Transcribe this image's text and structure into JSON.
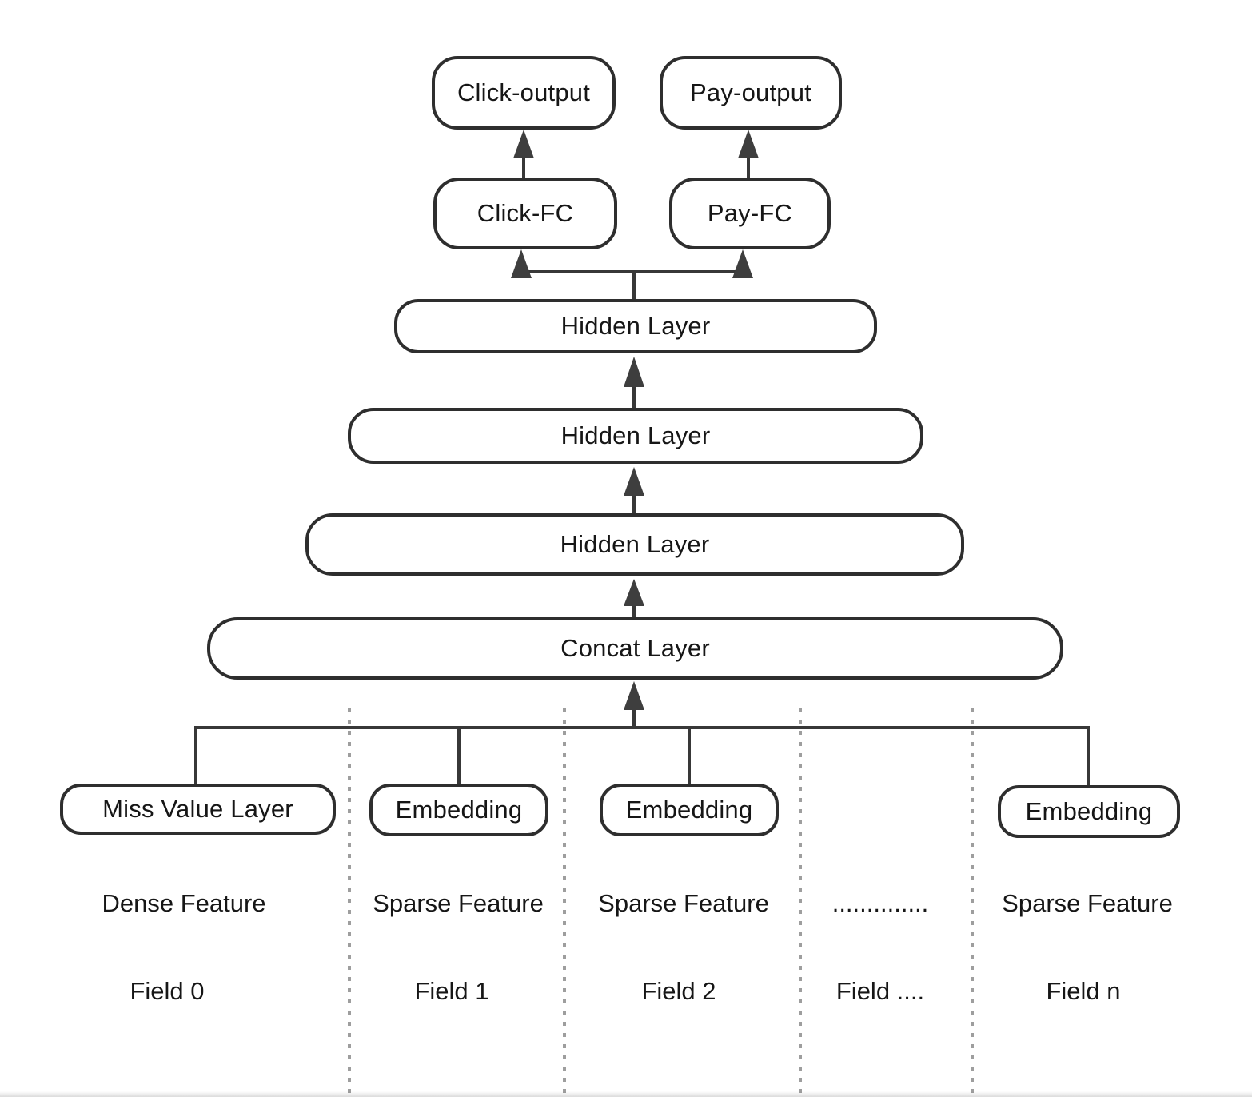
{
  "diagram": {
    "nodes": {
      "click_output": {
        "label": "Click-output"
      },
      "pay_output": {
        "label": "Pay-output"
      },
      "click_fc": {
        "label": "Click-FC"
      },
      "pay_fc": {
        "label": "Pay-FC"
      },
      "hidden_layer_1": {
        "label": "Hidden Layer"
      },
      "hidden_layer_2": {
        "label": "Hidden Layer"
      },
      "hidden_layer_3": {
        "label": "Hidden Layer"
      },
      "concat_layer": {
        "label": "Concat Layer"
      },
      "miss_value_layer": {
        "label": "Miss Value Layer"
      },
      "embedding_1": {
        "label": "Embedding"
      },
      "embedding_2": {
        "label": "Embedding"
      },
      "embedding_n": {
        "label": "Embedding"
      }
    },
    "columns": [
      {
        "feature": "Dense Feature",
        "field": "Field 0"
      },
      {
        "feature": "Sparse Feature",
        "field": "Field 1"
      },
      {
        "feature": "Sparse Feature",
        "field": "Field 2"
      },
      {
        "feature": "..............",
        "field": "Field ...."
      },
      {
        "feature": "Sparse Feature",
        "field": "Field n"
      }
    ],
    "colors": {
      "box_border": "#2e2e2e",
      "line": "#383838",
      "arrowhead": "#3e3e3e",
      "dotted_separator": "#9e9e9e",
      "text": "#161616",
      "background": "#ffffff"
    }
  }
}
